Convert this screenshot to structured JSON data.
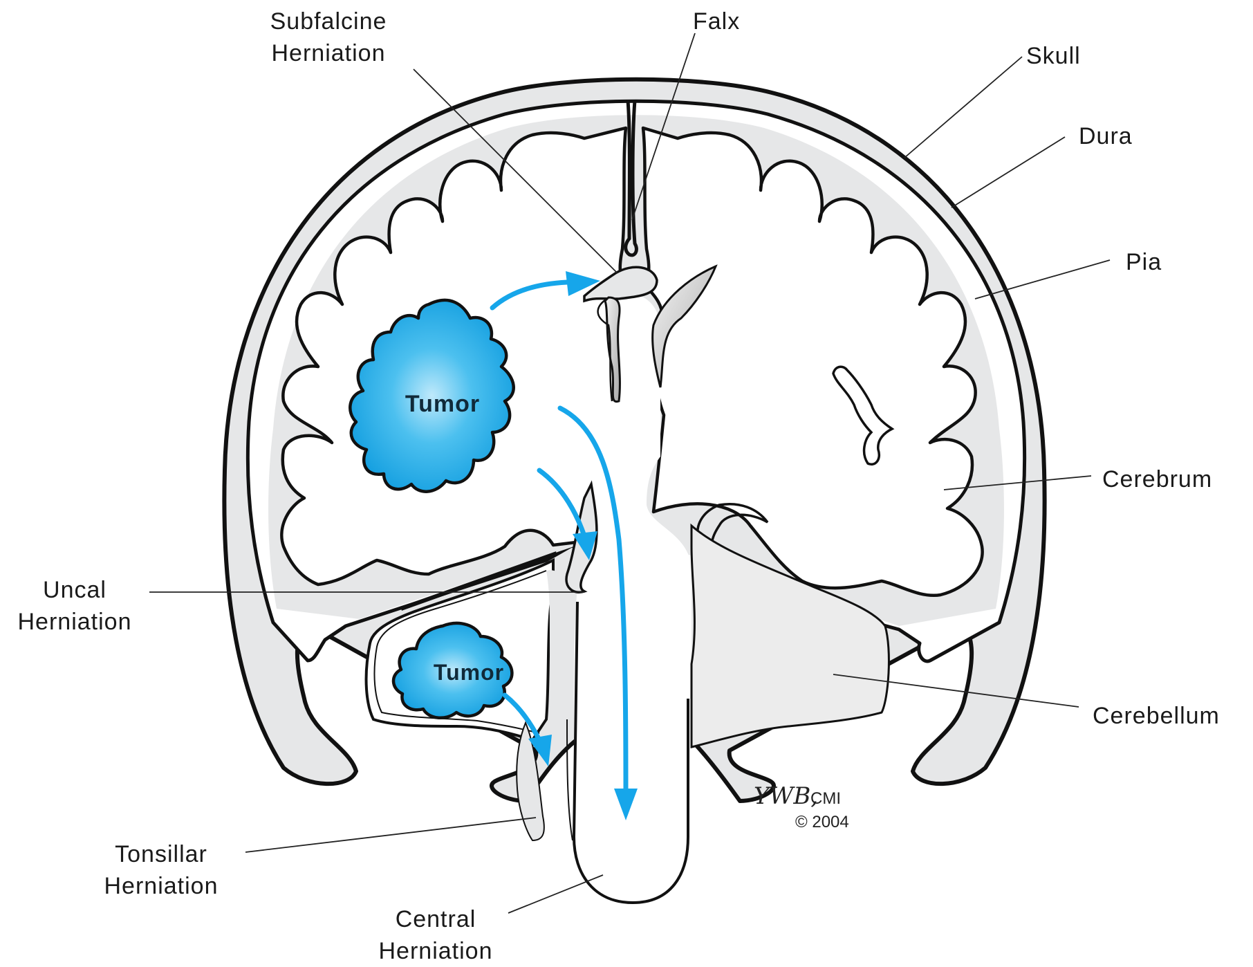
{
  "labels": {
    "subfalcine": [
      "Subfalcine",
      "Herniation"
    ],
    "falx": "Falx",
    "skull": "Skull",
    "dura": "Dura",
    "pia": "Pia",
    "cerebrum": "Cerebrum",
    "cerebellum": "Cerebellum",
    "uncal": [
      "Uncal",
      "Herniation"
    ],
    "tonsillar": [
      "Tonsillar",
      "Herniation"
    ],
    "central": [
      "Central",
      "Herniation"
    ]
  },
  "tumors": {
    "upper": "Tumor",
    "lower": "Tumor"
  },
  "signature": {
    "initials": "YWB,",
    "credential": "CMI",
    "copyright": "© 2004"
  },
  "colors": {
    "tumor": "#1aa7e8",
    "arrow": "#16a6ea",
    "meninges": "#e6e7e8",
    "outline": "#111111"
  }
}
